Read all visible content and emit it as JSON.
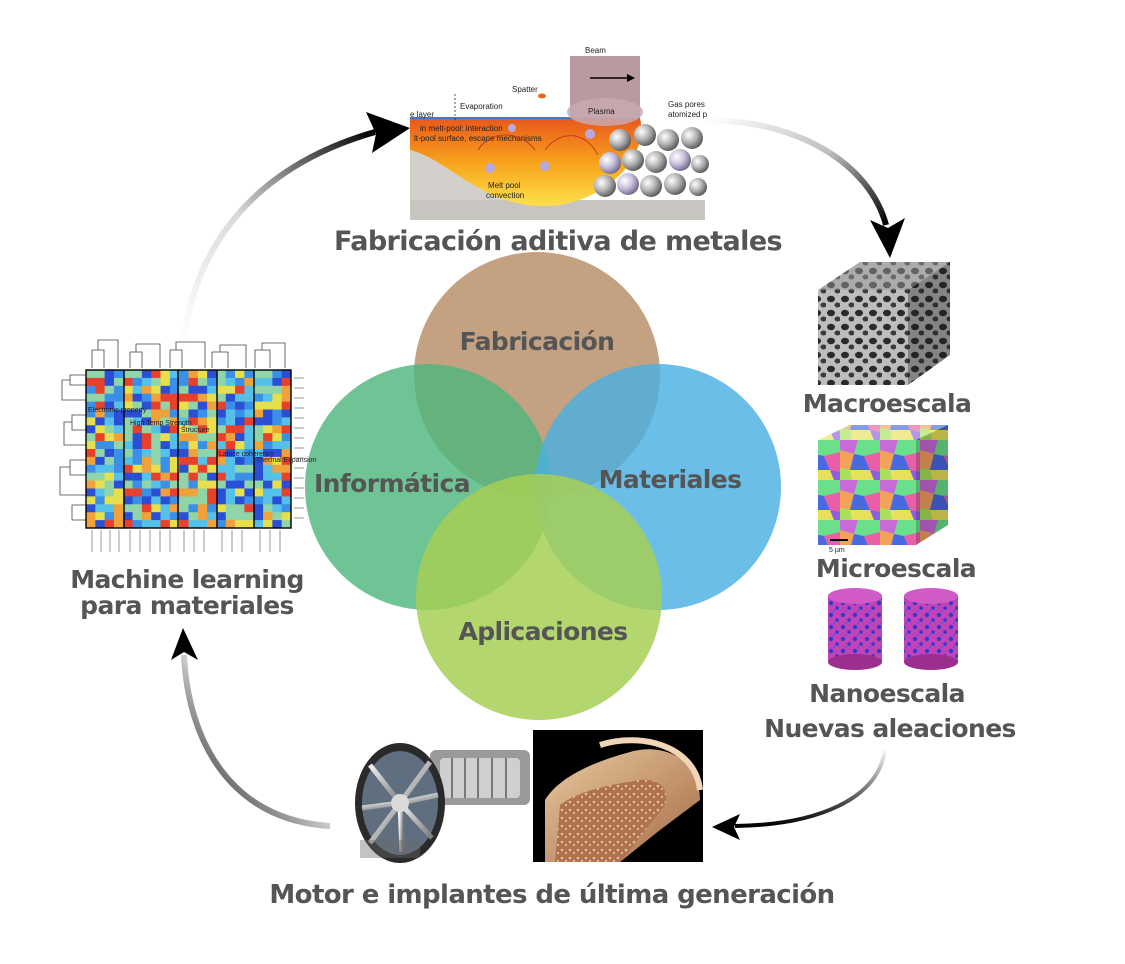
{
  "title_top": "Fabricación aditiva de metales",
  "venn": {
    "top": "Fabricación",
    "left": "Informática",
    "right": "Materiales",
    "bottom": "Aplicaciones",
    "colors": {
      "top": "#b8916b",
      "left": "#4fb77f",
      "right": "#4ab0e2",
      "bottom": "#a6cf55"
    }
  },
  "left_label": {
    "line1": "Machine learning",
    "line2": "para materiales"
  },
  "right_labels": {
    "macro": "Macroescala",
    "micro": "Microescala",
    "nano": "Nanoescala",
    "alloys": "Nuevas aleaciones"
  },
  "bottom_label": "Motor e implantes de última generación",
  "am_panel": {
    "beam": "Beam",
    "plasma": "Plasma",
    "evaporation": "Evaporation",
    "spatter": "Spatter",
    "layer": "e layer",
    "gas_pores": "Gas pores",
    "atomized": "atomized p",
    "interaction1": "in melt-pool: interaction",
    "interaction2": "lt-pool surface, escape mechanisms",
    "melt_pool1": "Melt pool",
    "melt_pool2": "convection"
  },
  "heatmap": {
    "groups": [
      "Electronic property",
      "High Temp Strength",
      "Structure",
      "Lattice coherency",
      "Thermal Expansion"
    ]
  },
  "micro_scale_bar": "5 µm"
}
